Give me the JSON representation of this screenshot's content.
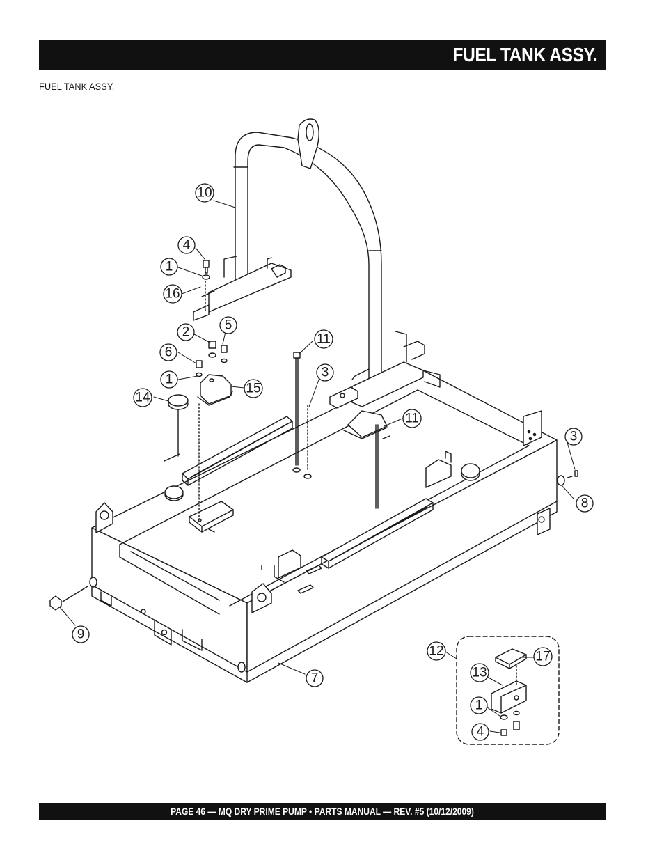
{
  "header": {
    "title": "FUEL TANK ASSY."
  },
  "subtitle": "FUEL TANK ASSY.",
  "footer": {
    "text": "PAGE 46 — MQ DRY PRIME PUMP • PARTS MANUAL — REV. #5 (10/12/2009)"
  },
  "callouts": [
    "10",
    "4",
    "1",
    "16",
    "2",
    "5",
    "11",
    "6",
    "3",
    "1",
    "15",
    "14",
    "11",
    "3",
    "8",
    "9",
    "7",
    "12",
    "17",
    "13",
    "1",
    "4"
  ],
  "colors": {
    "bar": "#111111",
    "line": "#1a1a1a"
  }
}
